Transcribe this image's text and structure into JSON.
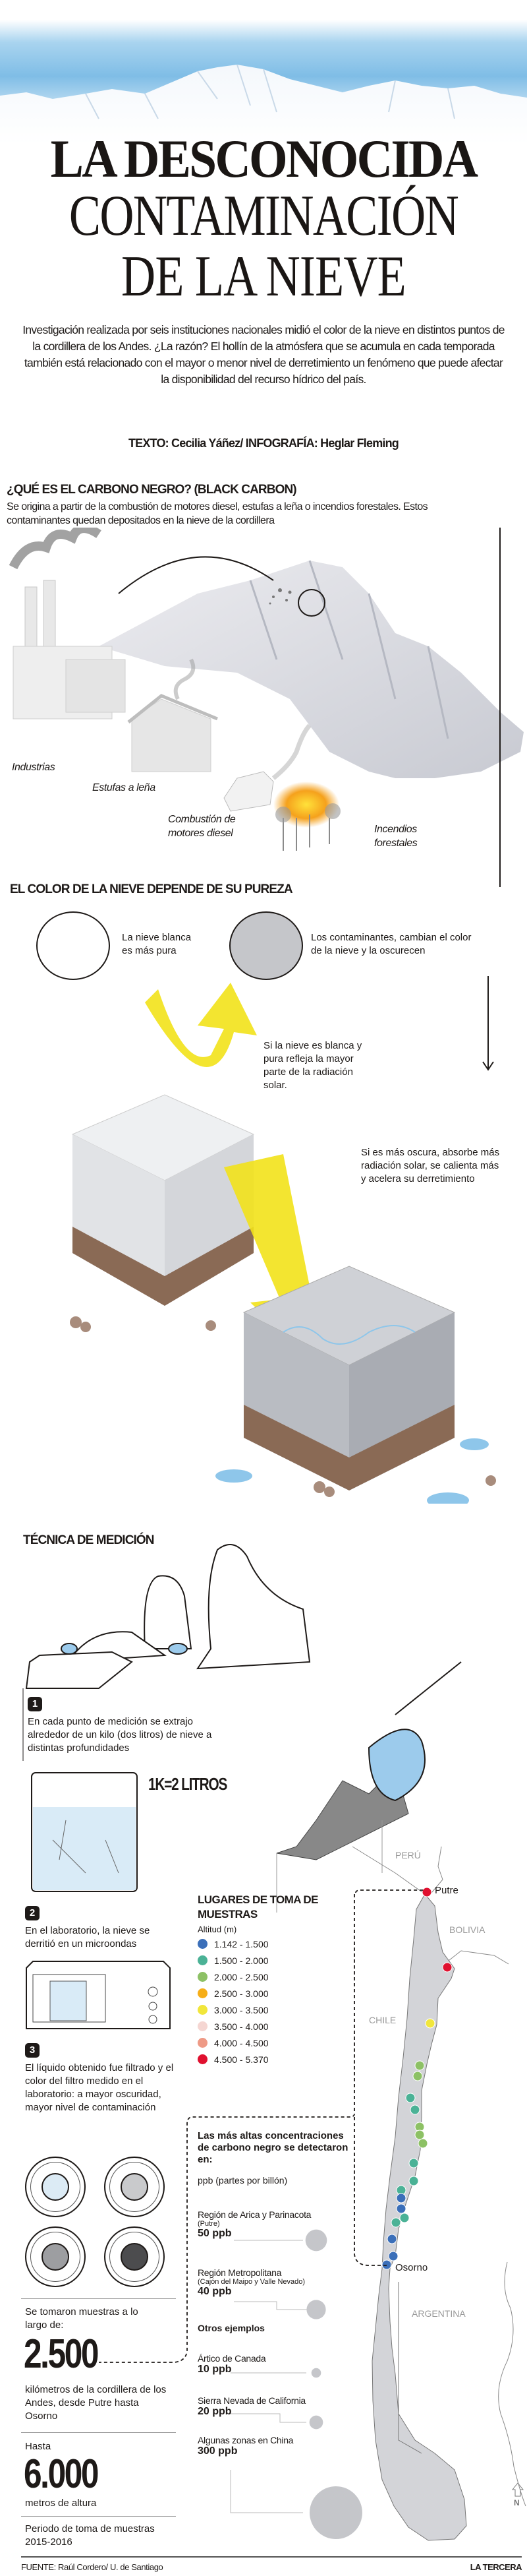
{
  "header": {
    "title_line1": "LA DESCONOCIDA",
    "title_line2": "CONTAMINACIÓN",
    "title_line3": "DE LA NIEVE",
    "intro": "Investigación realizada por seis instituciones nacionales midió el color de la nieve en distintos puntos de la cordillera de los Andes. ¿La razón? El hollín de la atmósfera que se acumula en cada temporada también está relacionado con el mayor o menor nivel de derretimiento un fenómeno que puede afectar la disponibilidad del recurso hídrico del país.",
    "credit": "TEXTO: Cecilia Yáñez/ INFOGRAFÍA: Heglar Fleming"
  },
  "black_carbon": {
    "heading": "¿QUÉ ES EL CARBONO NEGRO? (BLACK CARBON)",
    "text": "Se origina a partir de la combustión de motores diesel, estufas a leña o incendios forestales. Estos contaminantes quedan depositados en la nieve de la cordillera",
    "sources": [
      "Industrias",
      "Estufas a leña",
      "Combustión de motores diesel",
      "Incendios forestales"
    ]
  },
  "purity": {
    "heading": "EL COLOR DE LA NIEVE DEPENDE DE SU PUREZA",
    "white_snow": "La nieve blanca es más pura",
    "dark_snow": "Los contaminantes, cambian el color de la nieve y la oscurecen",
    "reflect_text": "Si la nieve es blanca y pura refleja la mayor parte de la radiación solar.",
    "absorb_text": "Si es más oscura, absorbe más radiación solar, se calienta más y acelera su derretimiento",
    "colors": {
      "arrow": "#f2e21a",
      "snow_dark": "#c5c6ca",
      "soil": "#8a6a55",
      "water": "#8ec6ea"
    }
  },
  "technique": {
    "heading": "TÉCNICA DE MEDICIÓN",
    "steps": [
      {
        "num": "1",
        "text": "En cada punto de medición se extrajo alrededor de un kilo (dos litros) de nieve a distintas profundidades"
      },
      {
        "num": "2",
        "text": "En el laboratorio, la nieve se derritió en un microondas"
      },
      {
        "num": "3",
        "text": "El líquido obtenido fue filtrado y el color del filtro medido en el laboratorio: a mayor oscuridad, mayor nivel de contaminación"
      }
    ],
    "bag_label": "1K=2 LITROS",
    "filter_colors": [
      "#dcebf5",
      "#c9cacc",
      "#9d9ea1",
      "#4c4c4e"
    ]
  },
  "stats": {
    "samples_intro": "Se tomaron muestras a lo largo de:",
    "distance": "2.500",
    "distance_text": "kilómetros de la cordillera de los Andes, desde Putre hasta Osorno",
    "altitude_prefix": "Hasta",
    "altitude": "6.000",
    "altitude_text": "metros de altura",
    "period": "Periodo de toma de muestras 2015-2016"
  },
  "map": {
    "title": "LUGARES DE TOMA DE MUESTRAS",
    "legend_title": "Altitud (m)",
    "legend": [
      {
        "range": "1.142 - 1.500",
        "color": "#3b6fb9"
      },
      {
        "range": "1.500 - 2.000",
        "color": "#4bb296"
      },
      {
        "range": "2.000 - 2.500",
        "color": "#8dc165"
      },
      {
        "range": "2.500 - 3.000",
        "color": "#f6ae17"
      },
      {
        "range": "3.000 - 3.500",
        "color": "#f1e63b"
      },
      {
        "range": "3.500 - 4.000",
        "color": "#f5d6d2"
      },
      {
        "range": "4.000 - 4.500",
        "color": "#ee9a86"
      },
      {
        "range": "4.500 - 5.370",
        "color": "#e0102f"
      }
    ],
    "countries": {
      "peru": "PERÚ",
      "bolivia": "BOLIVIA",
      "chile": "CHILE",
      "argentina": "ARGENTINA"
    },
    "places": {
      "north": "Putre",
      "south": "Osorno"
    },
    "compass": "N"
  },
  "concentrations": {
    "title": "Las más altas concentraciones de carbono negro se detectaron en:",
    "unit": "ppb (partes por billón)",
    "items": [
      {
        "name": "Región de Arica y Parinacota",
        "sub": "(Putre)",
        "value": "50 ppb",
        "ppb": 50
      },
      {
        "name": "Región Metropolitana",
        "sub": "(Cajón del Maipo y Valle Nevado)",
        "value": "40 ppb",
        "ppb": 40
      }
    ],
    "others_heading": "Otros ejemplos",
    "others": [
      {
        "name": "Ártico de Canada",
        "value": "10 ppb",
        "ppb": 10
      },
      {
        "name": "Sierra Nevada de California",
        "value": "20 ppb",
        "ppb": 20
      },
      {
        "name": "Algunas zonas en China",
        "value": "300 ppb",
        "ppb": 300
      }
    ]
  },
  "footer": {
    "source": "FUENTE: Raúl Cordero/ U. de Santiago",
    "brand": "LA TERCERA"
  }
}
